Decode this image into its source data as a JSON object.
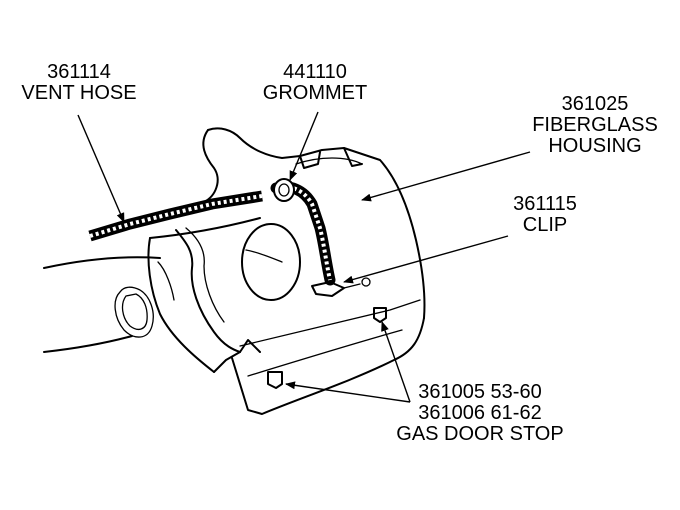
{
  "callouts": {
    "vent_hose": {
      "part_number": "361114",
      "name": "VENT HOSE"
    },
    "grommet": {
      "part_number": "441110",
      "name": "GROMMET"
    },
    "fiberglass_housing": {
      "part_number": "361025",
      "name_line1": "FIBERGLASS",
      "name_line2": "HOUSING"
    },
    "clip": {
      "part_number": "361115",
      "name": "CLIP"
    },
    "gas_door_stop": {
      "part_number_1": "361005 53-60",
      "part_number_2": "361006 61-62",
      "name": "GAS DOOR STOP"
    }
  }
}
